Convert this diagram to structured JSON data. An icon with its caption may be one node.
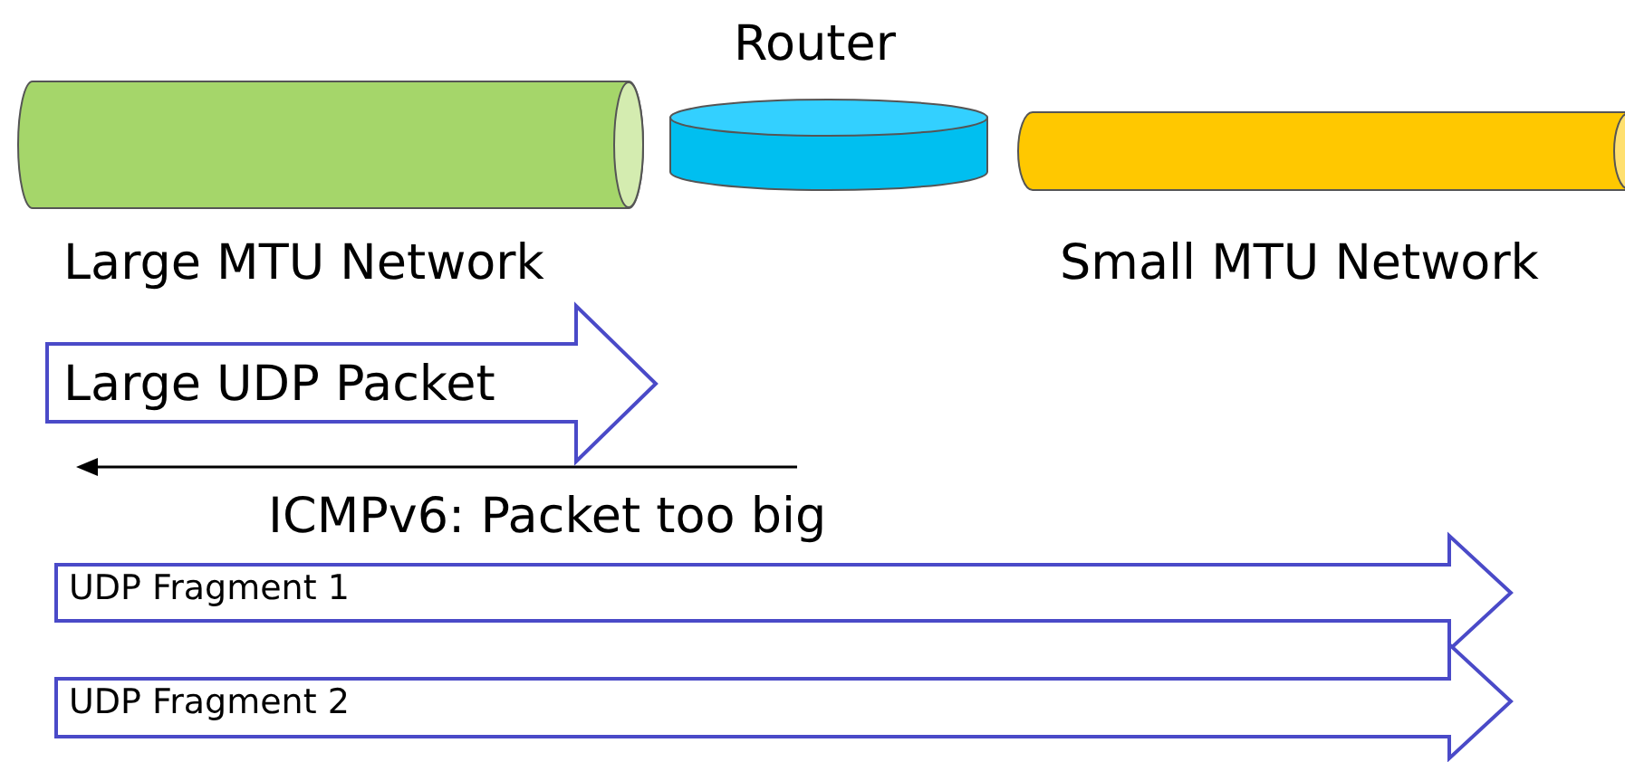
{
  "diagram": {
    "nodes": [
      {
        "text": [
          "Large MTU Network"
        ]
      },
      {
        "text": [
          "Router"
        ]
      },
      {
        "text": [
          "Small MTU Network"
        ]
      },
      {
        "text": [
          "Large UDP Packet"
        ]
      },
      {
        "text": [
          "UDP Fragment 1"
        ]
      },
      {
        "text": [
          "UDP Fragment 2"
        ]
      }
    ],
    "labels": [
      "ICMPv6: Packet too big"
    ]
  }
}
